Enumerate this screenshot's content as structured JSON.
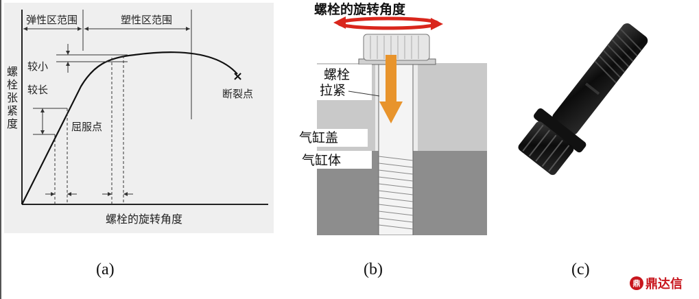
{
  "panel_a": {
    "elastic_range": "弹性区范围",
    "plastic_range": "塑性区范围",
    "smaller": "较小",
    "longer": "较长",
    "yaxis_label": [
      "螺",
      "栓",
      "张",
      "紧",
      "度"
    ],
    "yield_point": "屈服点",
    "fracture_point": "断裂点",
    "xaxis_label": "螺栓的旋转角度"
  },
  "panel_b": {
    "title": "螺栓的旋转角度",
    "bolt_label_1": "螺栓",
    "bolt_label_2": "拉紧",
    "cylinder_head": "气缸盖",
    "cylinder_block": "气缸体"
  },
  "captions": {
    "a": "(a)",
    "b": "(b)",
    "c": "(c)"
  },
  "logo": {
    "text": "鼎达信",
    "mark": "鼎"
  },
  "colors": {
    "arrow": "#e8942c",
    "rotation": "#d9261c",
    "bolt": "#111111",
    "logo": "#c8161d"
  }
}
